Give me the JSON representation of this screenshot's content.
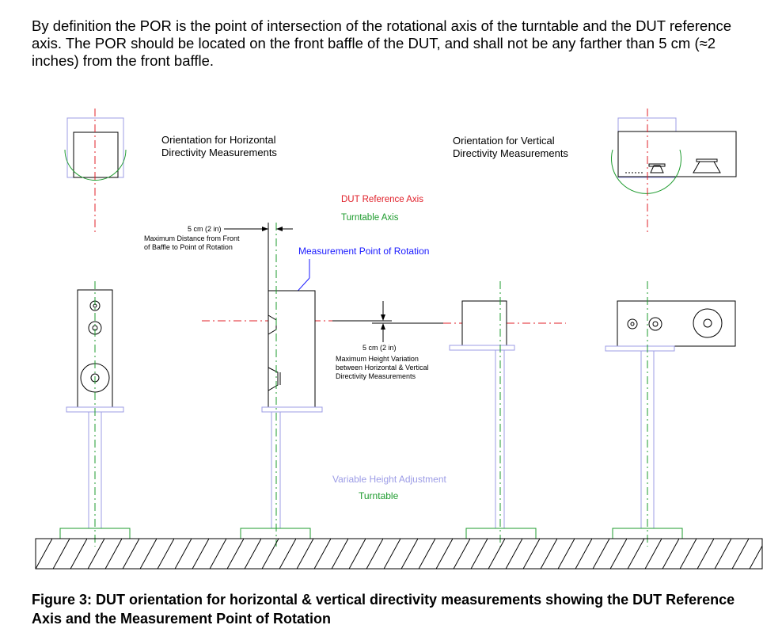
{
  "paragraph": "By definition the POR is the point of intersection of the rotational axis of the turntable and the DUT reference axis. The POR should be located on the front baffle of the DUT, and shall not be any farther than 5 cm (≈2 inches) from the front baffle.",
  "diagram": {
    "horizontal_title_1": "Orientation for Horizontal",
    "horizontal_title_2": "Directivity Measurements",
    "vertical_title_1": "Orientation for Vertical",
    "vertical_title_2": "Directivity Measurements",
    "legend_ref_axis": "DUT Reference Axis",
    "legend_turntable_axis": "Turntable Axis",
    "dist_label": "5 cm (2 in)",
    "dist_desc_1": "Maximum Distance from Front",
    "dist_desc_2": "of Baffle to Point of Rotation",
    "mpr_label": "Measurement Point of Rotation",
    "height_label": "5 cm (2 in)",
    "height_desc_1": "Maximum Height Variation",
    "height_desc_2": "between Horizontal & Vertical",
    "height_desc_3": "Directivity Measurements",
    "variable_height": "Variable Height Adjustment",
    "turntable": "Turntable",
    "colors": {
      "ref_axis": "#e0202a",
      "turntable": "#1e9b2e",
      "mpr": "#1a1aff",
      "stand": "#9c9ce6"
    }
  },
  "caption": "Figure 3:  DUT orientation for horizontal & vertical directivity measurements showing the DUT Reference Axis and the Measurement Point of Rotation"
}
